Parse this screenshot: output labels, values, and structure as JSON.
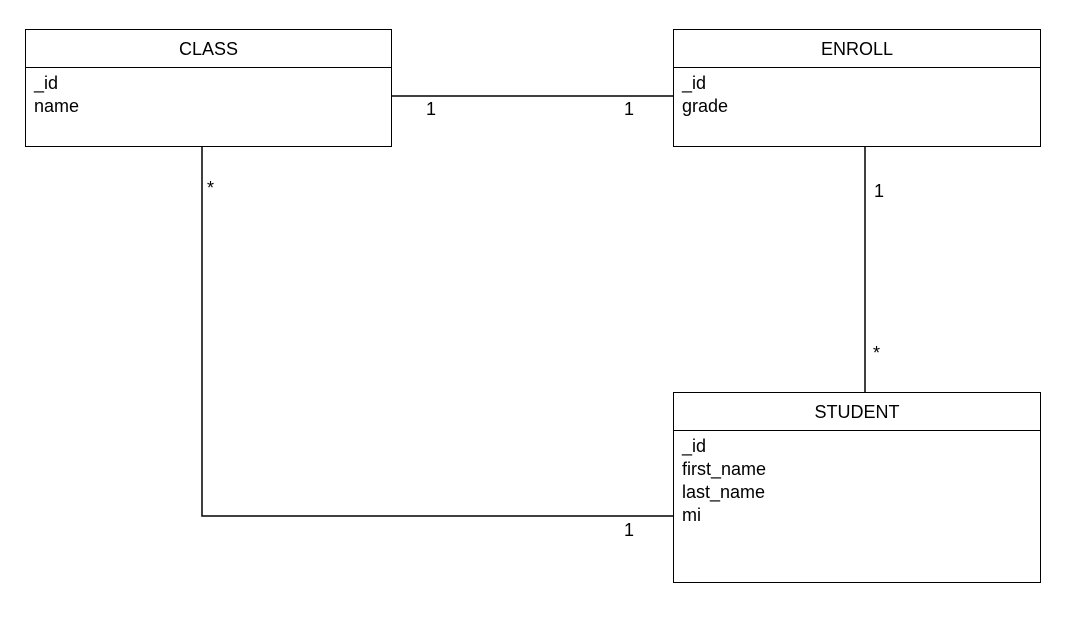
{
  "entities": {
    "class": {
      "title": "CLASS",
      "attributes": [
        "_id",
        "name"
      ]
    },
    "enroll": {
      "title": "ENROLL",
      "attributes": [
        "_id",
        "grade"
      ]
    },
    "student": {
      "title": "STUDENT",
      "attributes": [
        "_id",
        "first_name",
        "last_name",
        "mi"
      ]
    }
  },
  "relationships": {
    "class_enroll": {
      "class_end": "1",
      "enroll_end": "1"
    },
    "enroll_student": {
      "enroll_end": "1",
      "student_end": "*"
    },
    "class_student": {
      "class_end": "*",
      "student_end": "1"
    }
  },
  "colors": {
    "line": "#000000",
    "background": "#ffffff"
  }
}
